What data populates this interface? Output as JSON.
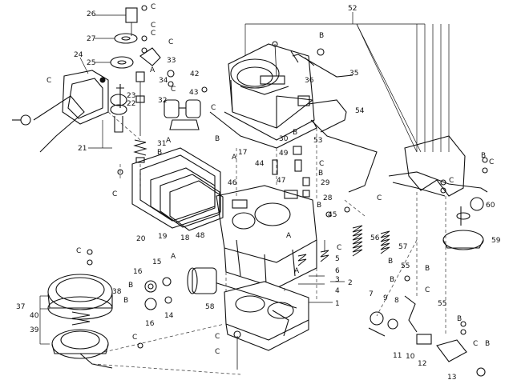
{
  "diagram": {
    "labels": {
      "n1": "1",
      "n2": "2",
      "n3": "3",
      "n4": "4",
      "n5": "5",
      "n6": "6",
      "n7": "7",
      "n8": "8",
      "n9": "9",
      "n10": "10",
      "n11": "11",
      "n12": "12",
      "n13": "13",
      "n14": "14",
      "n15": "15",
      "n16a": "16",
      "n16b": "16",
      "n17": "17",
      "n18": "18",
      "n19": "19",
      "n20": "20",
      "n21": "21",
      "n22": "22",
      "n23": "23",
      "n24": "24",
      "n25": "25",
      "n26": "26",
      "n27": "27",
      "n28": "28",
      "n29": "29",
      "n30": "30",
      "n31": "31",
      "n32": "32",
      "n33": "33",
      "n34": "34",
      "n35": "35",
      "n36": "36",
      "n37": "37",
      "n38": "38",
      "n39": "39",
      "n40": "40",
      "n42": "42",
      "n43": "43",
      "n44": "44",
      "n45": "45",
      "n46": "46",
      "n47": "47",
      "n48": "48",
      "n49": "49",
      "n52": "52",
      "n53": "53",
      "n54": "54",
      "n55a": "55",
      "n55b": "55",
      "n56": "56",
      "n57": "57",
      "n58": "58",
      "n59": "59",
      "n60": "60",
      "A1": "A",
      "A2": "A",
      "A3": "A",
      "A4": "A",
      "A5": "A",
      "A6": "A",
      "B1": "B",
      "B2": "B",
      "B3": "B",
      "B4": "B",
      "B5": "B",
      "B6": "B",
      "B7": "B",
      "B8": "B",
      "B9": "B",
      "B10": "B",
      "B11": "B",
      "B12": "B",
      "B13": "B",
      "B14": "B",
      "C1": "C",
      "C2": "C",
      "C3": "C",
      "C4": "C",
      "C5": "C",
      "C6": "C",
      "C7": "C",
      "C8": "C",
      "C9": "C",
      "C10": "C",
      "C11": "C",
      "C12": "C",
      "C13": "C",
      "C14": "C",
      "C15": "C",
      "C16": "C",
      "C17": "C",
      "C18": "C",
      "C19": "C"
    }
  }
}
